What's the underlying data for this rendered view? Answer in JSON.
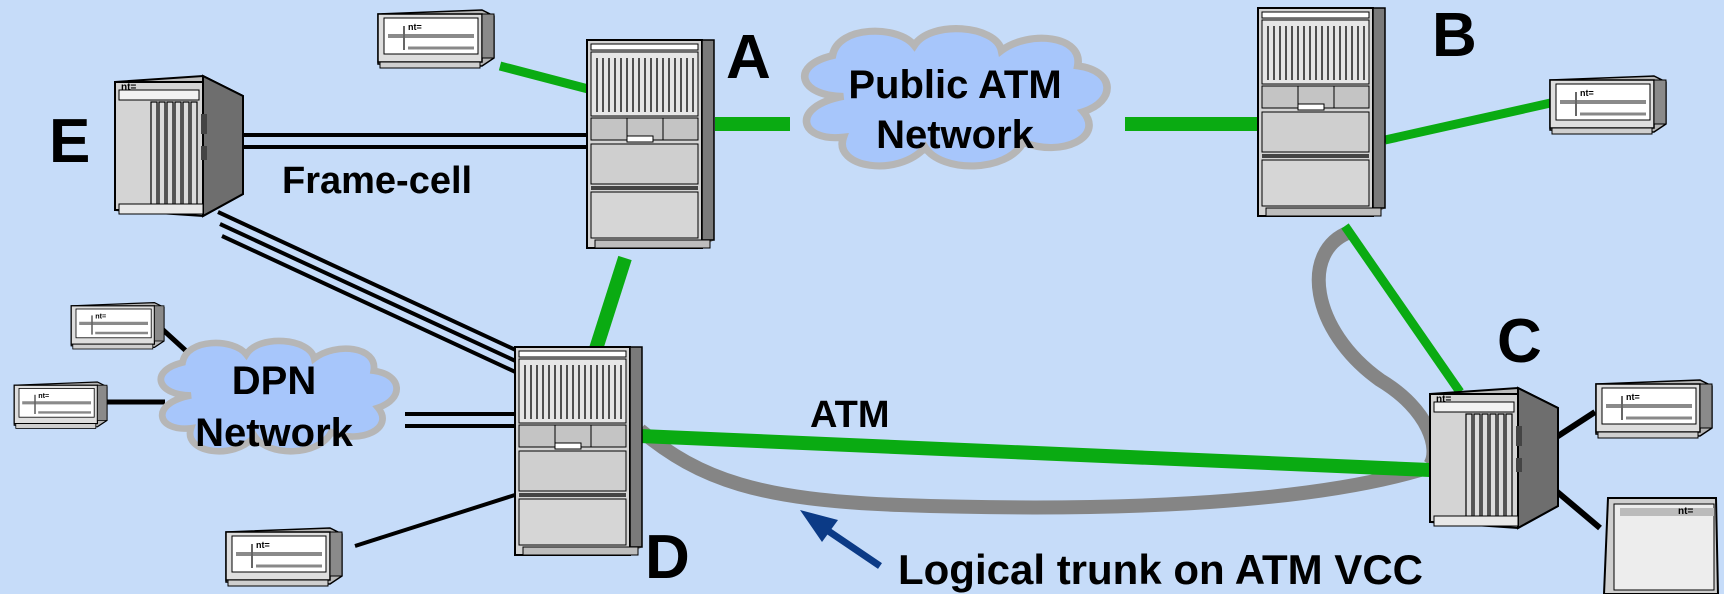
{
  "nodes": {
    "a": "A",
    "b": "B",
    "c": "C",
    "d": "D",
    "e": "E"
  },
  "clouds": {
    "public_atm_line1": "Public ATM",
    "public_atm_line2": "Network",
    "dpn_line1": "DPN",
    "dpn_line2": "Network"
  },
  "links": {
    "frame_cell": "Frame-cell",
    "atm": "ATM",
    "logical_trunk": "Logical trunk on ATM VCC"
  },
  "device_badge": "nt=",
  "colors": {
    "background": "#c6dcf9",
    "atm_link": "#0aab12",
    "logical_trunk": "#858585",
    "cloud_fill": "#a7c6fb",
    "arrow": "#0b3a86"
  }
}
